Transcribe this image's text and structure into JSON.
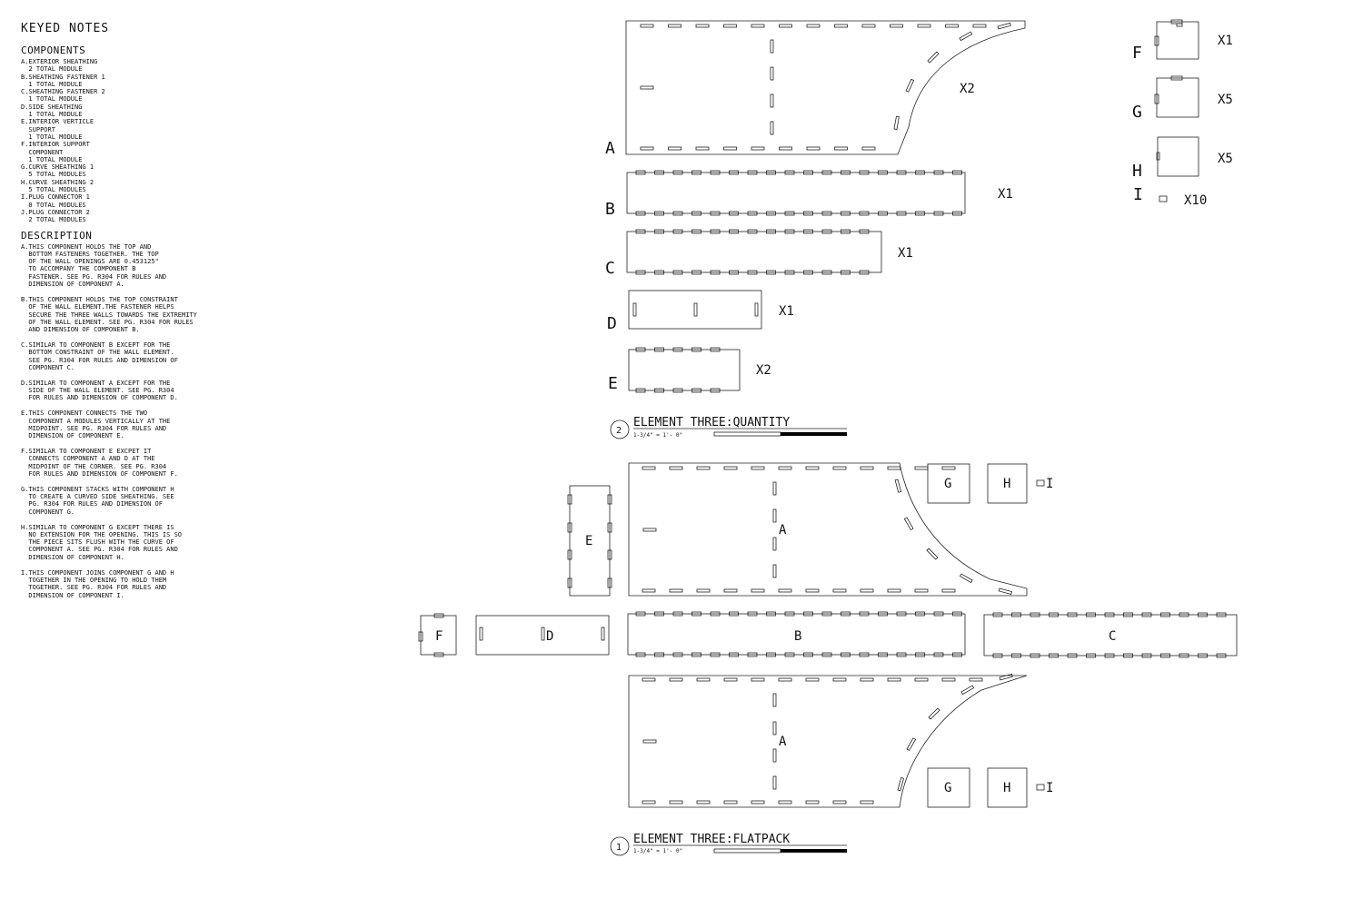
{
  "keyed_notes": {
    "title": "KEYED NOTES",
    "components_heading": "COMPONENTS",
    "components": [
      [
        "A.EXTERIOR SHEATHING",
        "  2 TOTAL MODULE"
      ],
      [
        "B.SHEATHING FASTENER 1",
        "  1 TOTAL MODULE"
      ],
      [
        "C.SHEATHING FASTENER 2",
        "  1 TOTAL MODULE"
      ],
      [
        "D.SIDE SHEATHING",
        "  1 TOTAL MODULE"
      ],
      [
        "E.INTERIOR VERTICLE",
        "  SUPPORT",
        "  1 TOTAL MODULE"
      ],
      [
        "F.INTERIOR SUPPORT",
        "  COMPONENT",
        "  1 TOTAL MODULE"
      ],
      [
        "G.CURVE SHEATHING 1",
        "  5 TOTAL MODULES"
      ],
      [
        "H.CURVE SHEATHING 2",
        "  5 TOTAL MODULES"
      ],
      [
        "I.PLUG CONNECTOR 1",
        "  8 TOTAL MODULES"
      ],
      [
        "J.PLUG CONNECTOR 2",
        "  2 TOTAL MODULES"
      ]
    ],
    "description_heading": "DESCRIPTION",
    "descriptions": [
      [
        "A.THIS COMPONENT HOLDS THE TOP AND",
        "  BOTTOM FASTENERS TOGETHER. THE TOP",
        "  OF THE WALL OPENINGS ARE 0.453125\"",
        "  TO ACCOMPANY THE COMPONENT B",
        "  FASTENER. SEE PG. R304 FOR RULES AND",
        "  DIMENSION OF COMPONENT A."
      ],
      [
        "B.THIS COMPONENT HOLDS THE TOP CONSTRAINT",
        "  OF THE WALL ELEMENT.THE FASTENER HELPS",
        "  SECURE THE THREE WALLS TOWARDS THE EXTREMITY",
        "  OF THE WALL ELEMENT. SEE PG. R304 FOR RULES",
        "  AND DIMENSION OF COMPONENT B."
      ],
      [
        "C.SIMILAR TO COMPONENT B EXCEPT FOR THE",
        "  BOTTOM CONSTRAINT OF THE WALL ELEMENT.",
        "  SEE PG. R304 FOR RULES AND DIMENSION OF",
        "  COMPONENT C."
      ],
      [
        "D.SIMILAR TO COMPONENT A EXCEPT FOR THE",
        "  SIDE OF THE WALL ELEMENT. SEE PG. R304",
        "  FOR RULES AND DIMENSION OF COMPONENT D."
      ],
      [
        "E.THIS COMPONENT CONNECTS THE TWO",
        "  COMPONENT A MODULES VERTICALLY AT THE",
        "  MIDPOINT. SEE PG. R304 FOR RULES AND",
        "  DIMENSION OF COMPONENT E."
      ],
      [
        "F.SIMILAR TO COMPONENT E EXCPET IT",
        "  CONNECTS COMPONENT A AND D AT THE",
        "  MIDPOINT OF THE CORNER. SEE PG. R304",
        "  FOR RULES AND DIMENSION OF COMPONENT F."
      ],
      [
        "G.THIS COMPONENT STACKS WITH COMPONENT H",
        "  TO CREATE A CURVED SIDE SHEATHING. SEE",
        "  PG. R304 FOR RULES AND DIMENSION OF",
        "  COMPONENT G."
      ],
      [
        "H.SIMILAR TO COMPONENT G EXCEPT THERE IS",
        "  NO EXTENSION FOR THE OPENING. THIS IS SO",
        "  THE PIECE SITS FLUSH WITH THE CURVE OF",
        "  COMPONENT A. SEE PG. R304 FOR RULES AND",
        "  DIMENSION OF COMPONENT H."
      ],
      [
        "I.THIS COMPONENT JOINS COMPONENT G AND H",
        "  TOGETHER IN THE OPENING TO HOLD THEM",
        "  TOGETHER. SEE PG. R304 FOR RULES AND",
        "  DIMENSION OF COMPONENT I."
      ]
    ]
  },
  "quantity_view": {
    "number": "2",
    "title": "ELEMENT THREE:QUANTITY",
    "scale": "1-3/4\" = 1'- 0\"",
    "pieces": [
      {
        "letter": "A",
        "qty": "X2"
      },
      {
        "letter": "B",
        "qty": "X1"
      },
      {
        "letter": "C",
        "qty": "X1"
      },
      {
        "letter": "D",
        "qty": "X1"
      },
      {
        "letter": "E",
        "qty": "X2"
      },
      {
        "letter": "F",
        "qty": "X1"
      },
      {
        "letter": "G",
        "qty": "X5"
      },
      {
        "letter": "H",
        "qty": "X5"
      },
      {
        "letter": "I",
        "qty": "X10"
      }
    ]
  },
  "flatpack_view": {
    "number": "1",
    "title": "ELEMENT THREE:FLATPACK",
    "scale": "1-3/4\" = 1'- 0\"",
    "labels": [
      "A",
      "A",
      "B",
      "C",
      "D",
      "E",
      "F",
      "G",
      "H",
      "I",
      "G",
      "H",
      "I"
    ]
  },
  "colors": {
    "line": "#222222",
    "fill": "#ffffff",
    "scale_bar": "#000000"
  }
}
